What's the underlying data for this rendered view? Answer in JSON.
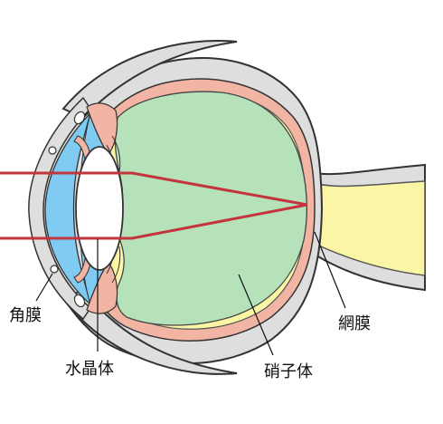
{
  "labels": {
    "cornea": "角膜",
    "lens": "水晶体",
    "vitreous": "硝子体",
    "retina": "網膜"
  },
  "colors": {
    "sclera_outer": "#8c8c8c",
    "sclera_fill": "#dedede",
    "choroid": "#f2b5a3",
    "retina_layer": "#fbf5a6",
    "vitreous": "#b5e2b8",
    "aqueous": "#7fcbf1",
    "lens": "#ffffff",
    "light_ray": "#c4343d",
    "optic_nerve": "#fbf5a6",
    "outline": "#333333"
  }
}
